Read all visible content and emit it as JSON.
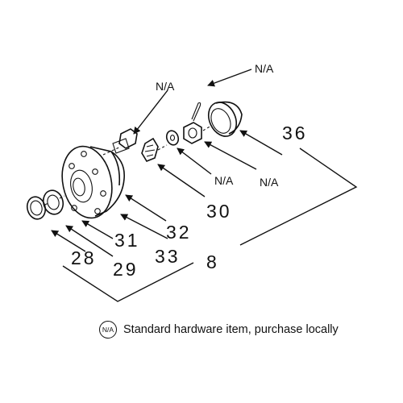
{
  "callouts": {
    "c8": "8",
    "c28": "28",
    "c29": "29",
    "c30": "30",
    "c31": "31",
    "c32": "32",
    "c33": "33",
    "c36": "36",
    "na_top_right": "N/A",
    "na_top_left": "N/A",
    "na_lower_left": "N/A",
    "na_lower_right": "N/A"
  },
  "legend": {
    "badge": "N/A",
    "text": "Standard hardware item, purchase locally"
  }
}
